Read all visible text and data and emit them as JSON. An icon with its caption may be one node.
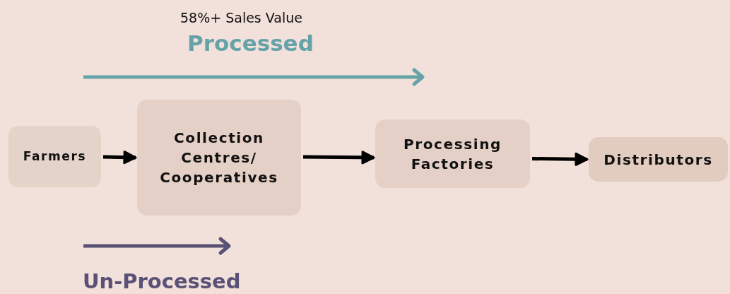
{
  "diagram": {
    "nodes": [
      {
        "text": [
          "Farmers"
        ]
      },
      {
        "text": [
          "Collection Centres/ Cooperatives"
        ]
      },
      {
        "text": [
          "Processing Factories"
        ]
      },
      {
        "text": [
          "Distributors"
        ]
      }
    ],
    "edges": [
      {
        "from": 0,
        "to": 1,
        "arrow": "to"
      },
      {
        "from": 1,
        "to": 2,
        "arrow": "to"
      },
      {
        "from": 2,
        "to": 3,
        "arrow": "to"
      }
    ],
    "labels": [
      "58%+ Sales Value",
      "Processed",
      "Un-Processed"
    ]
  }
}
